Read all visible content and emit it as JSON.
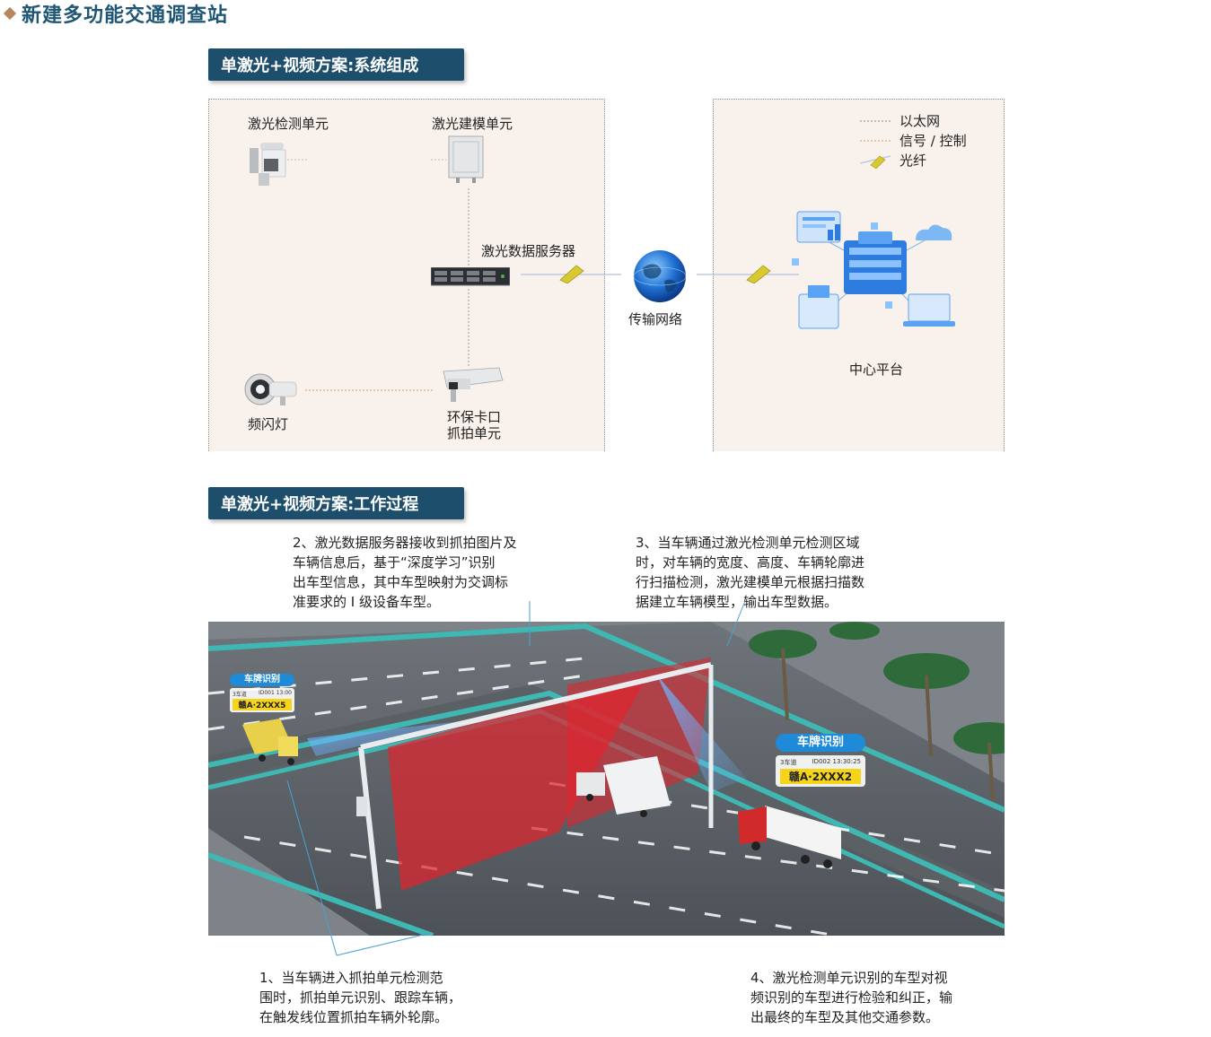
{
  "page": {
    "title": "新建多功能交通调查站"
  },
  "section1": {
    "header": "单激光+视频方案:系统组成",
    "devices": {
      "laser_detection": "激光检测单元",
      "laser_modeling": "激光建模单元",
      "laser_server": "激光数据服务器",
      "flash_light": "频闪灯",
      "capture_unit_line1": "环保卡口",
      "capture_unit_line2": "抓拍单元",
      "network": "传输网络",
      "center": "中心平台"
    },
    "legend": {
      "ethernet": "以太网",
      "signal": "信号 / 控制",
      "fiber": "光纤"
    }
  },
  "section2": {
    "header": "单激光+视频方案:工作过程",
    "step2": [
      "2、激光数据服务器接收到抓拍图片及",
      "车辆信息后，基于“深度学习”识别",
      "出车型信息，其中车型映射为交调标",
      "准要求的 I 级设备车型。"
    ],
    "step3": [
      "3、当车辆通过激光检测单元检测区域",
      "时，对车辆的宽度、高度、车辆轮廓进",
      "行扫描检测，激光建模单元根据扫描数",
      "据建立车辆模型，输出车型数据。"
    ],
    "step1": [
      "1、当车辆进入抓拍单元检测范",
      "围时，抓拍单元识别、跟踪车辆，",
      "在触发线位置抓拍车辆外轮廓。"
    ],
    "step4": [
      "4、激光检测单元识别的车型对视",
      "频识别的车型进行检验和纠正，输",
      "出最终的车型及其他交通参数。"
    ],
    "plate_left": {
      "title": "车牌识别",
      "lane": "3车道",
      "meta": "ID001 13:00",
      "plate": "赣A·2XXX5"
    },
    "plate_right": {
      "title": "车牌识别",
      "lane": "3车道",
      "meta": "ID002 13:30:25",
      "plate": "赣A·2XXX2"
    }
  },
  "colors": {
    "header_bg": "#1d4f6c",
    "panel_bg": "#f8f1ec",
    "title_text": "#1f5673",
    "accent_diamond": "#b8865a",
    "laser_curtain": "#e0242e",
    "guardrail": "#3fb8b3"
  }
}
